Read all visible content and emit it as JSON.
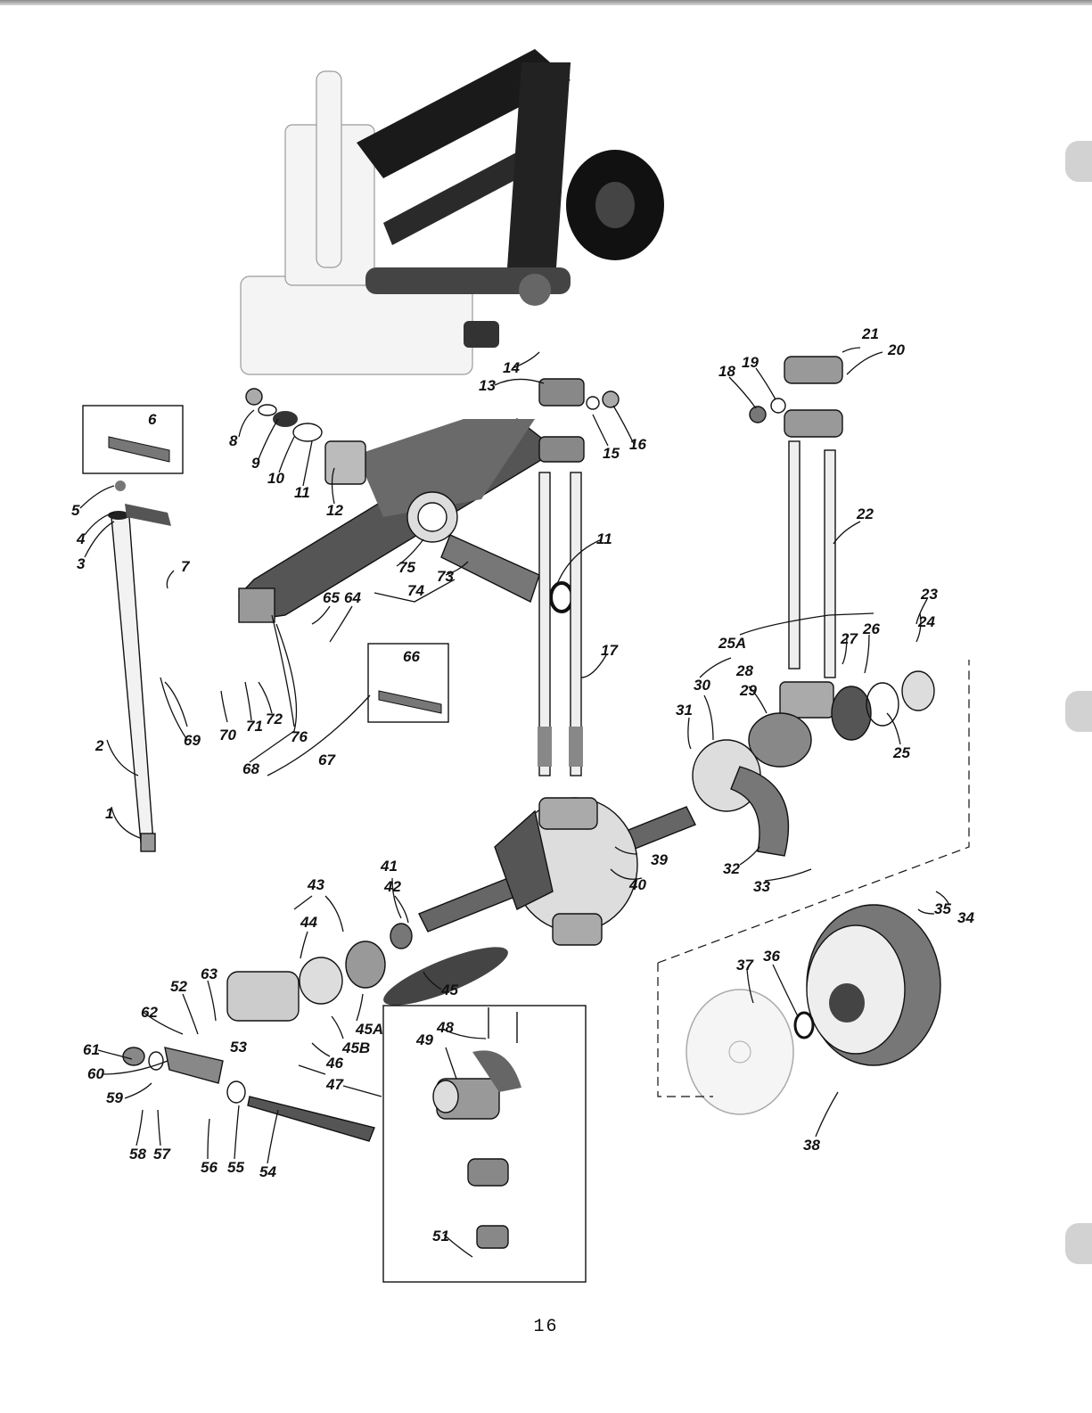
{
  "page_number": "16",
  "callouts": [
    "1",
    "2",
    "3",
    "4",
    "5",
    "6",
    "7",
    "8",
    "9",
    "10",
    "11",
    "11",
    "12",
    "13",
    "14",
    "15",
    "16",
    "17",
    "18",
    "19",
    "20",
    "21",
    "22",
    "23",
    "24",
    "25",
    "25A",
    "26",
    "27",
    "28",
    "29",
    "30",
    "31",
    "32",
    "33",
    "34",
    "35",
    "36",
    "37",
    "38",
    "39",
    "40",
    "41",
    "42",
    "43",
    "44",
    "45",
    "45A",
    "45B",
    "46",
    "47",
    "48",
    "49",
    "51",
    "52",
    "53",
    "54",
    "55",
    "56",
    "57",
    "58",
    "59",
    "60",
    "61",
    "62",
    "63",
    "64",
    "65",
    "66",
    "67",
    "68",
    "69",
    "70",
    "71",
    "72",
    "73",
    "74",
    "75",
    "76"
  ]
}
